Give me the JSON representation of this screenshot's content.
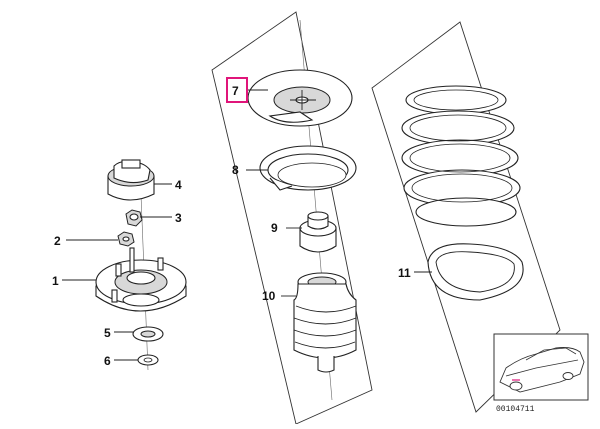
{
  "colors": {
    "line": "#222222",
    "highlight": "#e0157a",
    "shade": "#d8d8d8",
    "background": "#ffffff"
  },
  "callouts": [
    {
      "id": "7",
      "label": "7",
      "highlighted": true
    },
    {
      "id": "8",
      "label": "8"
    },
    {
      "id": "9",
      "label": "9"
    },
    {
      "id": "10",
      "label": "10"
    },
    {
      "id": "11",
      "label": "11"
    },
    {
      "id": "4",
      "label": "4"
    },
    {
      "id": "3",
      "label": "3"
    },
    {
      "id": "2",
      "label": "2"
    },
    {
      "id": "1",
      "label": "1"
    },
    {
      "id": "5",
      "label": "5"
    },
    {
      "id": "6",
      "label": "6"
    }
  ],
  "thumbnail": {
    "icon": "car-icon",
    "code": "00104711"
  }
}
